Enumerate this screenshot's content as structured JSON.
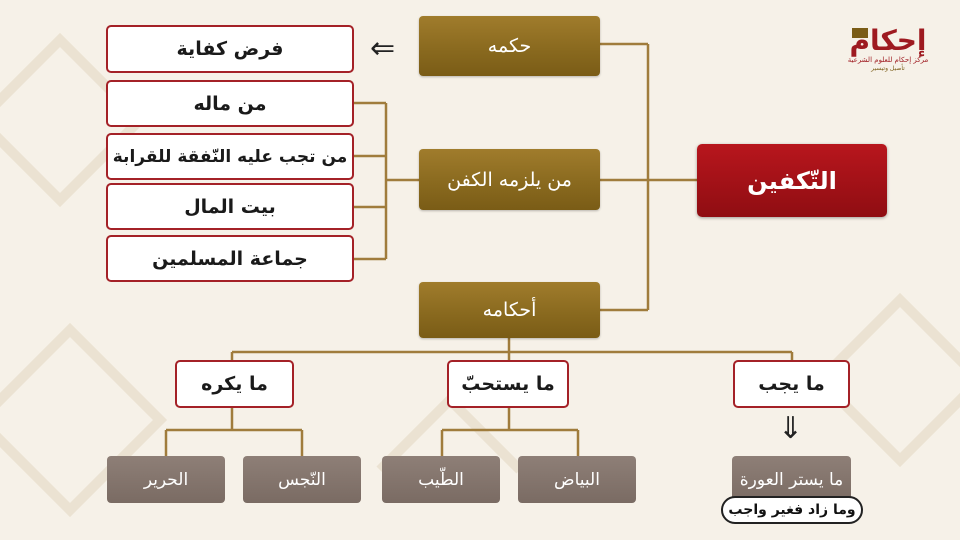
{
  "logo": {
    "name": "إحكام",
    "subtitle": "مركز إحكام للعلوم الشرعية",
    "tagline": "تأصيل وتيسير"
  },
  "root": {
    "label": "التّكفين"
  },
  "branches": {
    "hikmah": {
      "label": "حكمه",
      "answer": "فرض كفاية"
    },
    "who_bears": {
      "label": "من يلزمه الكفن",
      "items": [
        "من ماله",
        "من تجب عليه النّفقة للقرابة",
        "بيت المال",
        "جماعة المسلمين"
      ]
    },
    "rulings": {
      "label": "أحكامه",
      "wajib": {
        "label": "ما يجب",
        "item": "ما يستر العورة",
        "note": "وما زاد فغير واجب"
      },
      "mustahab": {
        "label": "ما يستحبّ",
        "items": [
          "البياض",
          "الطّيب"
        ]
      },
      "makruh": {
        "label": "ما يكره",
        "items": [
          "النّجس",
          "الحرير"
        ]
      }
    }
  },
  "icons": {
    "left_arrow": "double-left-arrow-icon",
    "down_arrow": "double-down-arrow-icon"
  },
  "colors": {
    "gold": "#8a6a1f",
    "red": "#a42127",
    "gray": "#7a6b63",
    "background": "#f6f1e8"
  }
}
